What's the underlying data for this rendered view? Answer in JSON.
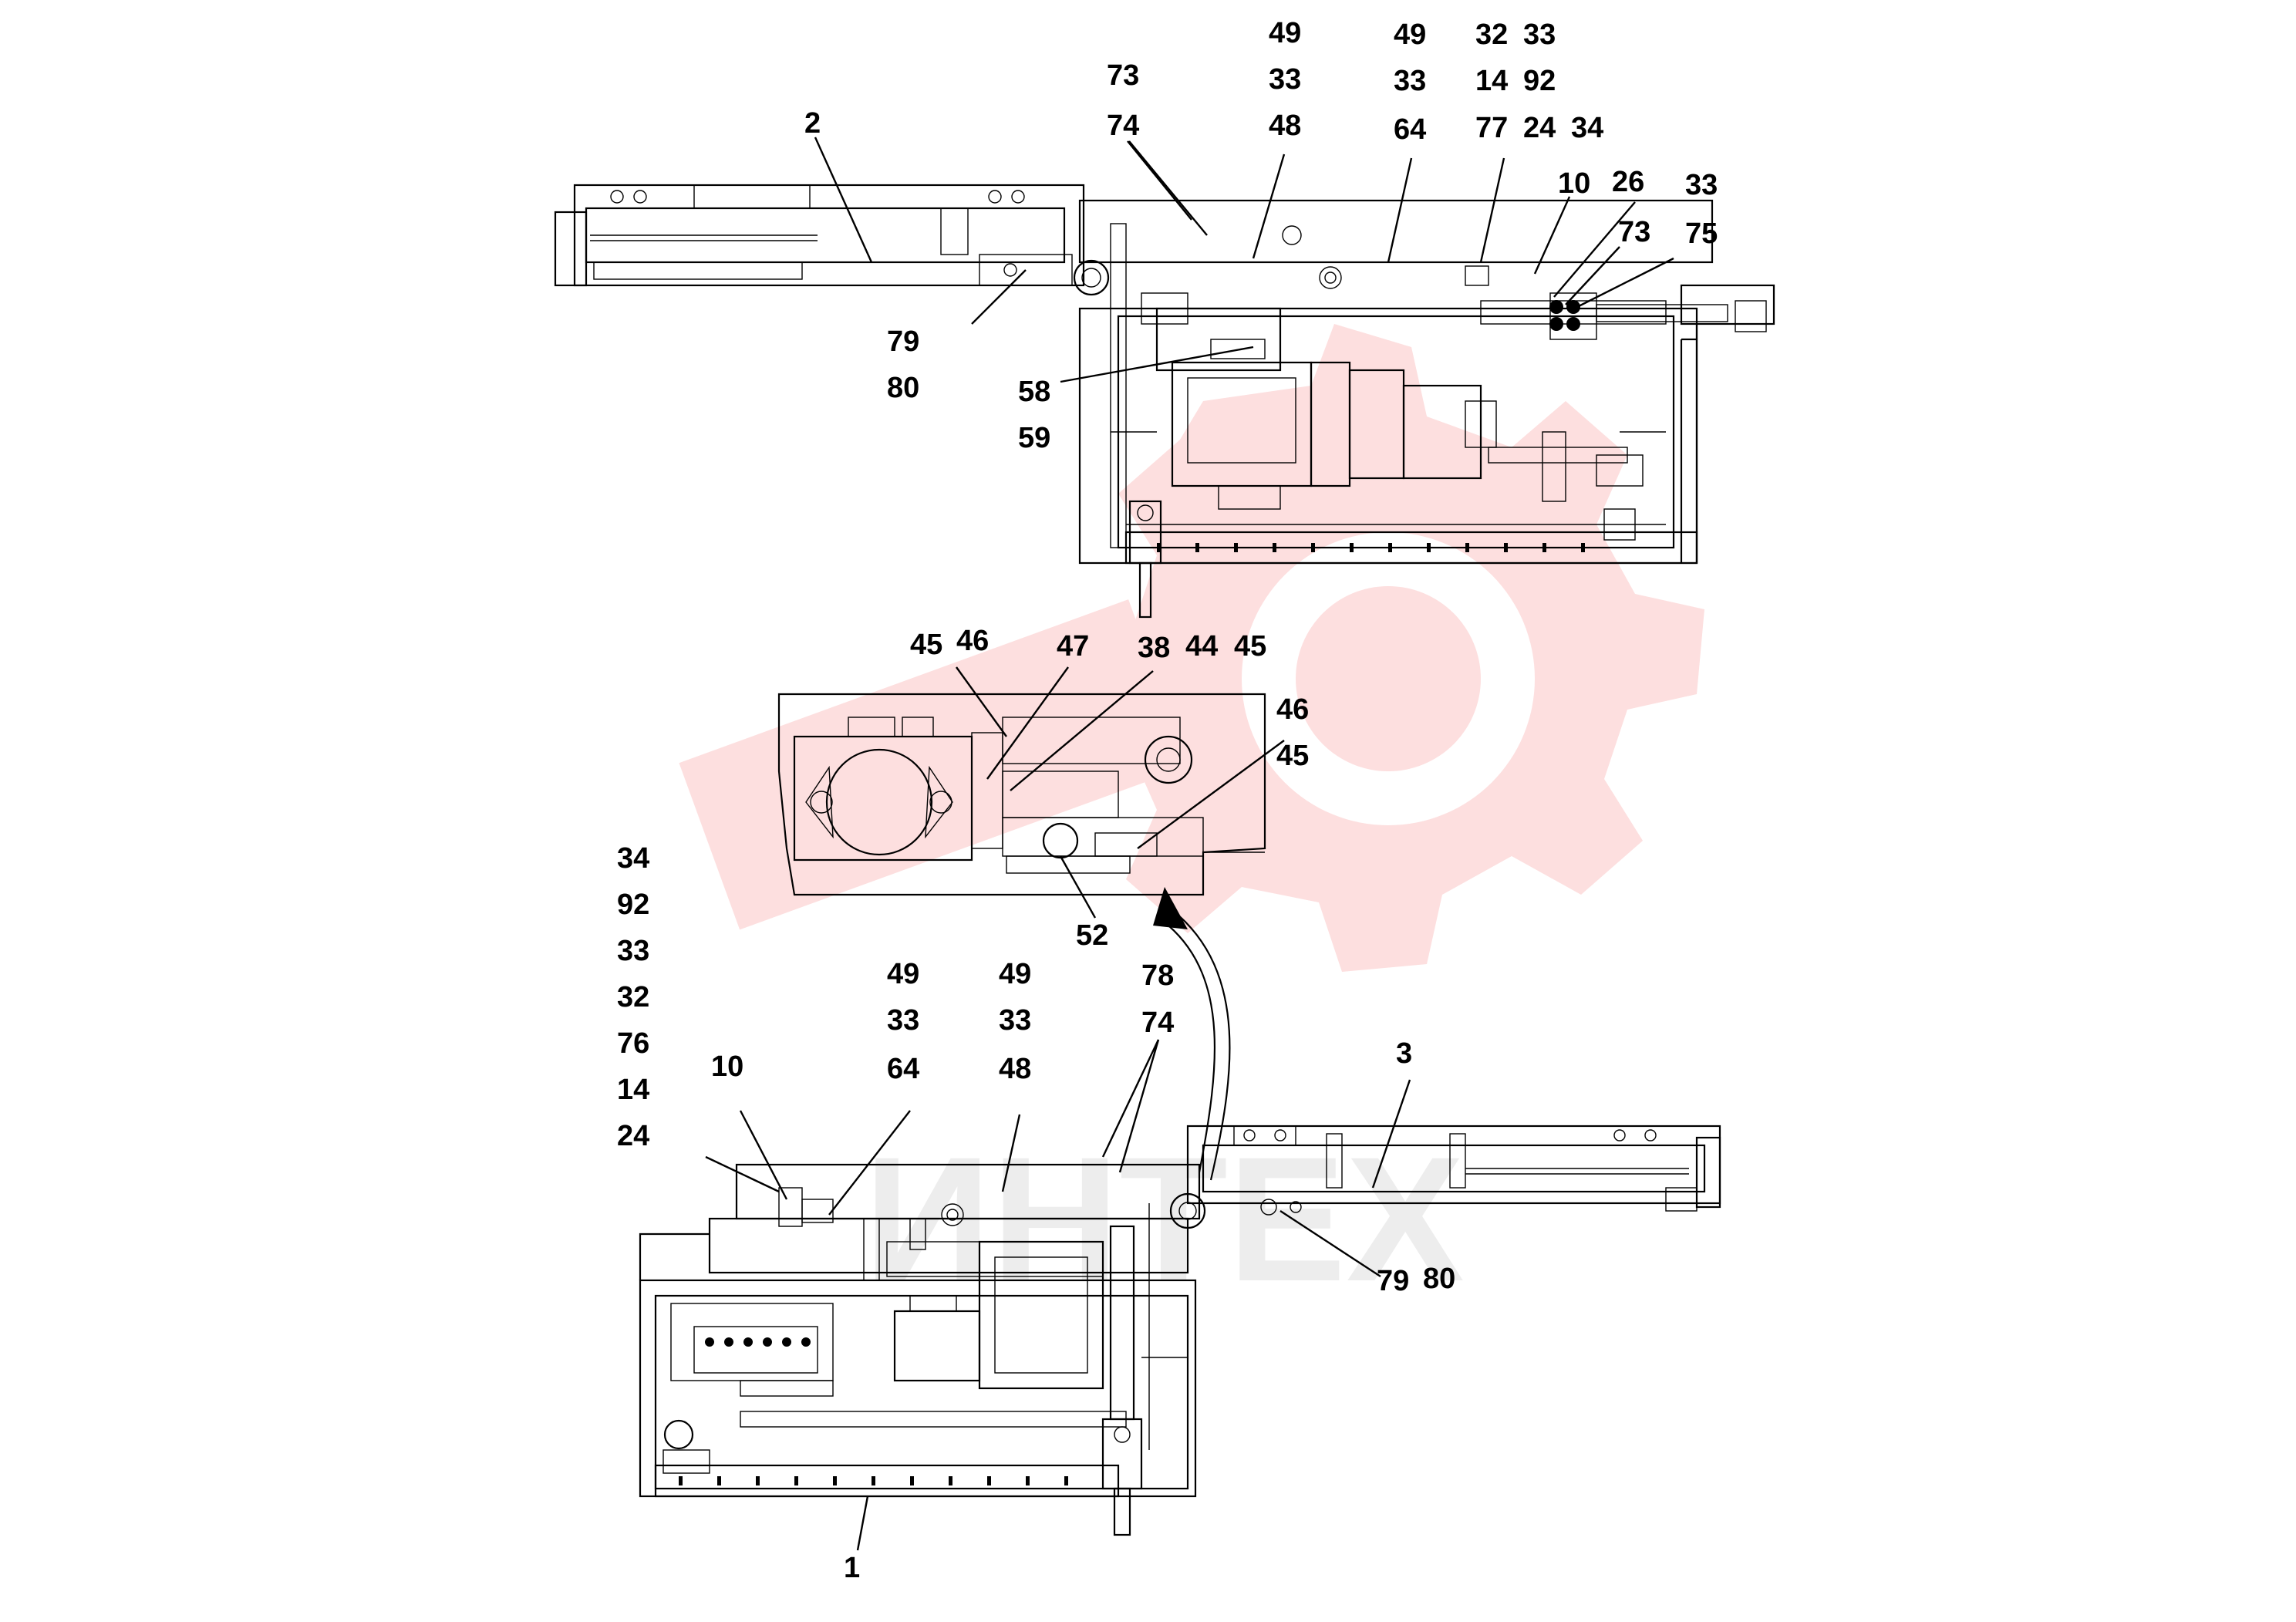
{
  "watermark": {
    "text": "ИНТЕХ",
    "gear_color": "#f04a4a",
    "text_color": "#bdbdbd"
  },
  "callouts": [
    {
      "id": "c49a",
      "text": "49"
    },
    {
      "id": "c33a",
      "text": "33"
    },
    {
      "id": "c48a",
      "text": "48"
    },
    {
      "id": "c49b",
      "text": "49"
    },
    {
      "id": "c33b",
      "text": "33"
    },
    {
      "id": "c64a",
      "text": "64"
    },
    {
      "id": "c32a",
      "text": "32"
    },
    {
      "id": "c33c",
      "text": "33"
    },
    {
      "id": "c14a",
      "text": "14"
    },
    {
      "id": "c92a",
      "text": "92"
    },
    {
      "id": "c77a",
      "text": "77"
    },
    {
      "id": "c24a",
      "text": "24"
    },
    {
      "id": "c34a",
      "text": "34"
    },
    {
      "id": "c73a",
      "text": "73"
    },
    {
      "id": "c74a",
      "text": "74"
    },
    {
      "id": "c2",
      "text": "2"
    },
    {
      "id": "c10a",
      "text": "10"
    },
    {
      "id": "c26",
      "text": "26"
    },
    {
      "id": "c33d",
      "text": "33"
    },
    {
      "id": "c73b",
      "text": "73"
    },
    {
      "id": "c75",
      "text": "75"
    },
    {
      "id": "c79a",
      "text": "79"
    },
    {
      "id": "c80a",
      "text": "80"
    },
    {
      "id": "c58",
      "text": "58"
    },
    {
      "id": "c59",
      "text": "59"
    },
    {
      "id": "c45a",
      "text": "45"
    },
    {
      "id": "c46a",
      "text": "46"
    },
    {
      "id": "c47",
      "text": "47"
    },
    {
      "id": "c38",
      "text": "38"
    },
    {
      "id": "c44",
      "text": "44"
    },
    {
      "id": "c45b",
      "text": "45"
    },
    {
      "id": "c46b",
      "text": "46"
    },
    {
      "id": "c45c",
      "text": "45"
    },
    {
      "id": "c52",
      "text": "52"
    },
    {
      "id": "c34b",
      "text": "34"
    },
    {
      "id": "c92b",
      "text": "92"
    },
    {
      "id": "c33e",
      "text": "33"
    },
    {
      "id": "c32b",
      "text": "32"
    },
    {
      "id": "c76",
      "text": "76"
    },
    {
      "id": "c14b",
      "text": "14"
    },
    {
      "id": "c24b",
      "text": "24"
    },
    {
      "id": "c49c",
      "text": "49"
    },
    {
      "id": "c33f",
      "text": "33"
    },
    {
      "id": "c64b",
      "text": "64"
    },
    {
      "id": "c49d",
      "text": "49"
    },
    {
      "id": "c33g",
      "text": "33"
    },
    {
      "id": "c48b",
      "text": "48"
    },
    {
      "id": "c78",
      "text": "78"
    },
    {
      "id": "c74b",
      "text": "74"
    },
    {
      "id": "c10b",
      "text": "10"
    },
    {
      "id": "c3",
      "text": "3"
    },
    {
      "id": "c79b",
      "text": "79"
    },
    {
      "id": "c80b",
      "text": "80"
    },
    {
      "id": "c1",
      "text": "1"
    }
  ]
}
